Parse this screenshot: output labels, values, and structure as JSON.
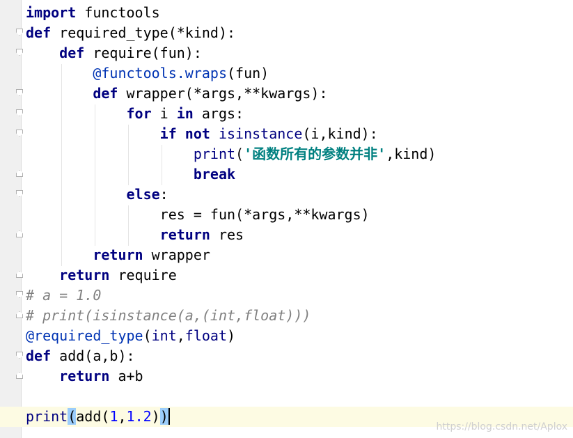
{
  "code": {
    "l1": {
      "kw": "import",
      "rest": " functools"
    },
    "l2": {
      "kw": "def",
      "rest": " required_type(*kind):"
    },
    "l3": {
      "kw": "def",
      "rest": " require(fun):"
    },
    "l4": {
      "dec": "@functools.wraps",
      "rest": "(fun)"
    },
    "l5": {
      "kw": "def",
      "rest": " wrapper(*args,**kwargs):"
    },
    "l6": {
      "kw1": "for",
      "mid": " i ",
      "kw2": "in",
      "rest": " args:"
    },
    "l7": {
      "kw1": "if",
      "sp": " ",
      "kw2": "not",
      "sp2": " ",
      "bi": "isinstance",
      "rest": "(i,kind):"
    },
    "l8": {
      "bi": "print",
      "p1": "(",
      "str": "'函数所有的参数并非'",
      "rest": ",kind)"
    },
    "l9": {
      "kw": "break"
    },
    "l10": {
      "kw": "else",
      "rest": ":"
    },
    "l11": {
      "text": "res = fun(*args,**kwargs)"
    },
    "l12": {
      "kw": "return",
      "rest": " res"
    },
    "l13": {
      "kw": "return",
      "rest": " wrapper"
    },
    "l14": {
      "kw": "return",
      "rest": " require"
    },
    "l15": {
      "cmt": "# a = 1.0"
    },
    "l16": {
      "cmt": "# print(isinstance(a,(int,float)))"
    },
    "l17": {
      "dec": "@required_type",
      "p1": "(",
      "bi1": "int",
      "comma": ",",
      "bi2": "float",
      "p2": ")"
    },
    "l18": {
      "kw": "def",
      "rest": " add(a,b):"
    },
    "l19": {
      "kw": "return",
      "rest": " a+b"
    },
    "l21": {
      "bi": "print",
      "open": "(",
      "fn": "add(",
      "n1": "1",
      "comma": ",",
      "n2": "1.2",
      "close1": ")",
      "close2": ")"
    }
  },
  "watermark": "https://blog.csdn.net/Aplox"
}
